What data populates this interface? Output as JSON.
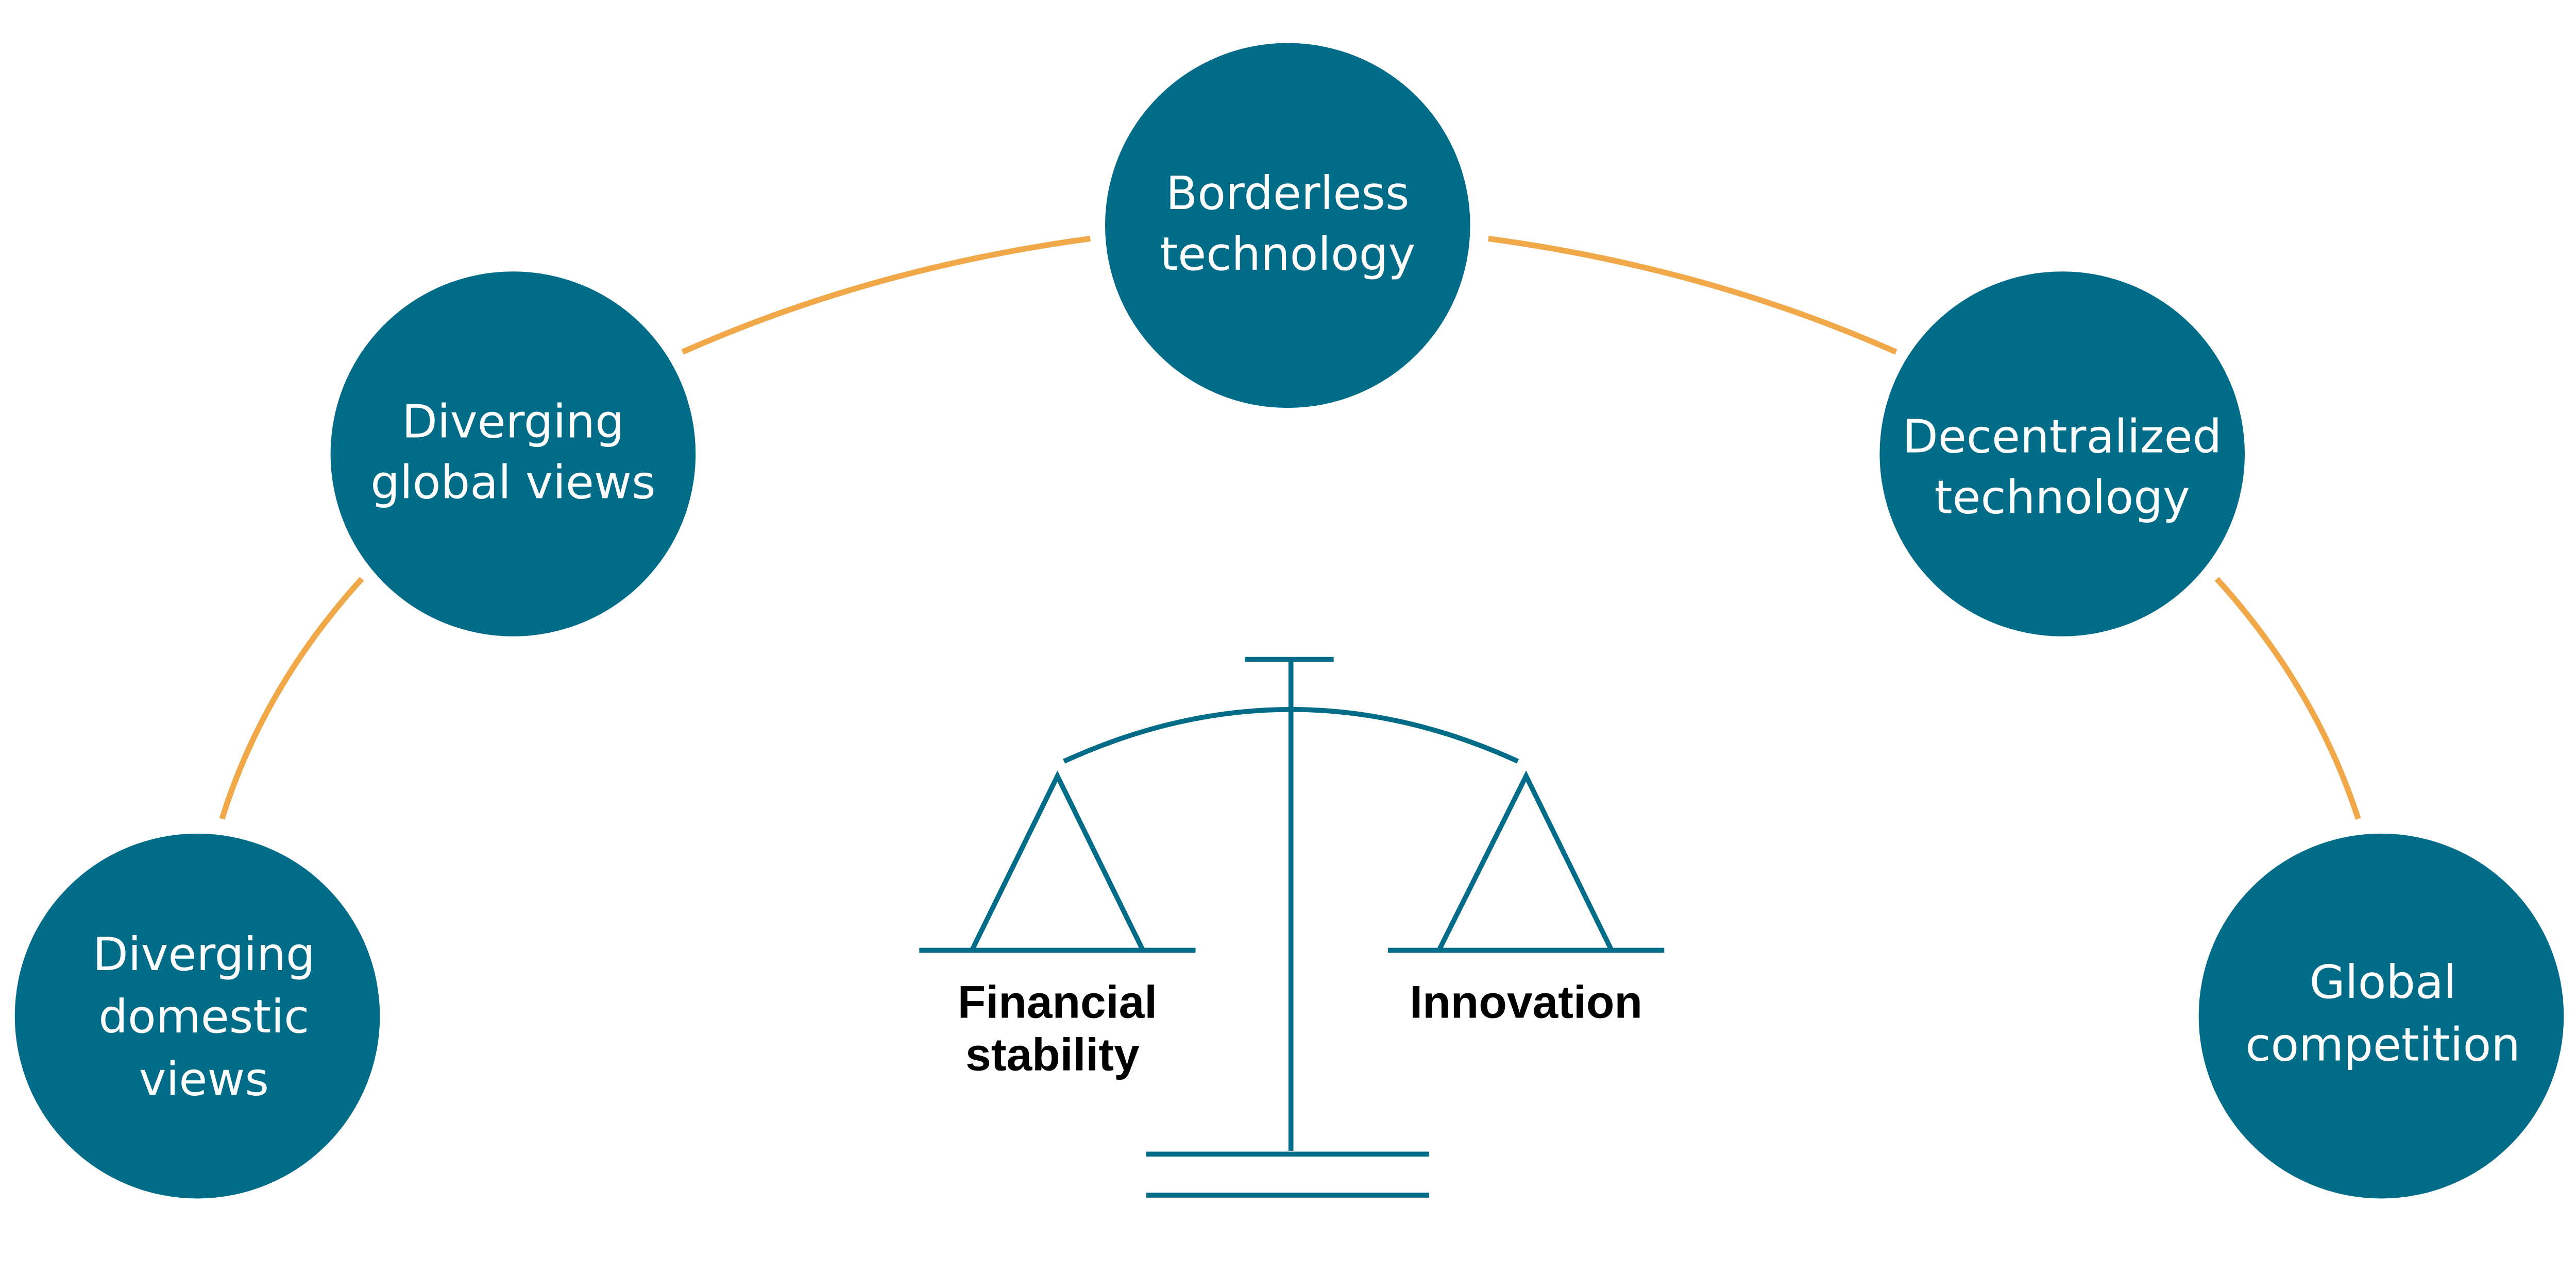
{
  "colors": {
    "teal": "#016C88",
    "orange": "#F0A848",
    "text": "#000000"
  },
  "nodes": [
    {
      "id": "borderless",
      "lines": [
        "Borderless",
        "technology"
      ]
    },
    {
      "id": "diverging-global",
      "lines": [
        "Diverging",
        "global views"
      ]
    },
    {
      "id": "decentralized",
      "lines": [
        "Decentralized",
        "technology"
      ]
    },
    {
      "id": "diverging-domestic",
      "lines": [
        "Diverging",
        "domestic",
        "views"
      ]
    },
    {
      "id": "global-competition",
      "lines": [
        "Global",
        "competition"
      ]
    }
  ],
  "scale": {
    "left_label": [
      "Financial",
      "stability"
    ],
    "right_label": [
      "Innovation"
    ]
  }
}
